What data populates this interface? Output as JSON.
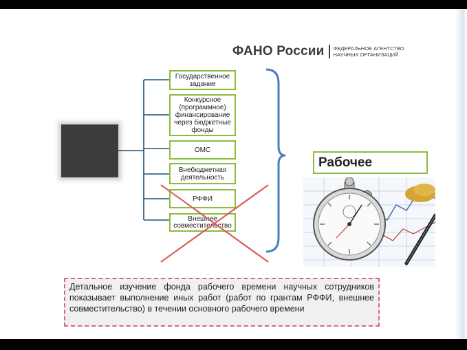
{
  "header": {
    "logo_name": "ФАНО России",
    "logo_sub_line1": "ФЕДЕРАЛЬНОЕ АГЕНТСТВО",
    "logo_sub_line2": "НАУЧНЫХ ОРГАНИЗАЦИЙ"
  },
  "funding_sources": [
    {
      "label": "Государственное задание",
      "crossed": false
    },
    {
      "label": "Конкурсное (программное) финансирование через бюджетные фонды",
      "crossed": false
    },
    {
      "label": "ОМС",
      "crossed": false
    },
    {
      "label": "Внебюджетная деятельность",
      "crossed": false
    },
    {
      "label": "РФФИ",
      "crossed": true
    },
    {
      "label": "Внешнее совместительство",
      "crossed": true
    }
  ],
  "result_label": "Рабочее",
  "note_text": "Детальное изучение фонда рабочего времени научных сотрудников показывает выполнение иных работ (работ по грантам РФФИ, внешнее совместительство) в течении основного рабочего времени",
  "colors": {
    "box_border": "#8cbc3c",
    "bracket": "#4a7fc1",
    "cross": "#d95a5a",
    "note_border": "#d26a78"
  },
  "icons": [
    "stopwatch-illustration"
  ]
}
